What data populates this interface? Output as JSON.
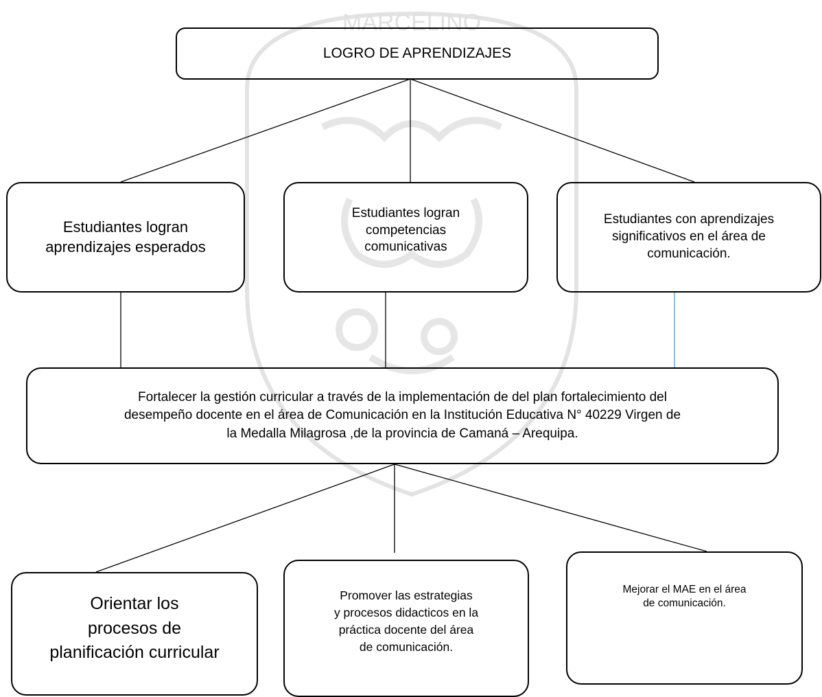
{
  "diagram": {
    "root": {
      "text": "LOGRO DE APRENDIZAJES"
    },
    "results": [
      {
        "text": "Estudiantes logran\naprendizajes esperados"
      },
      {
        "text": "Estudiantes   logran\ncompetencias\ncomunicativas"
      },
      {
        "text": "Estudiantes  con aprendizajes\nsignificativos en el área de\ncomunicación."
      }
    ],
    "objective": {
      "text": "Fortalecer la   gestión curricular  a través de la  implementación de del plan fortalecimiento del\ndesempeño docente en el área de Comunicación en la Institución Educativa N° 40229 Virgen de\nla Medalla Milagrosa  ,de la provincia de  Camaná – Arequipa."
    },
    "actions": [
      {
        "text": "Orientar   los\nprocesos de\nplanificación curricular"
      },
      {
        "text": "Promover  las estrategias\ny procesos didacticos en la\npráctica docente del área\nde comunicación."
      },
      {
        "text": "Mejorar el MAE  en el área\nde comunicación."
      }
    ]
  },
  "watermark": {
    "top_text": "MARCELINO",
    "color": "#dcdcdc"
  },
  "colors": {
    "line": "#000000",
    "accent_line": "#5b9bd5",
    "box_border": "#000000"
  }
}
